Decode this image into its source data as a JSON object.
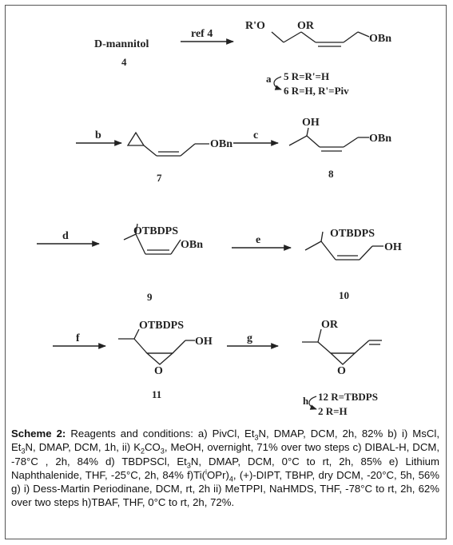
{
  "scheme": {
    "row1": {
      "start_label": "D-mannitol",
      "start_num": "4",
      "arrow_label": "ref 4",
      "sub_rprime_o": "R'O",
      "sub_or": "OR",
      "sub_obn": "OBn",
      "step_letter": "a",
      "cmpd5": "5 R=R'=H",
      "cmpd6": "6 R=H, R'=Piv"
    },
    "row2": {
      "arrow_b": "b",
      "obn7": "OBn",
      "num7": "7",
      "arrow_c": "c",
      "oh8": "OH",
      "obn8": "OBn",
      "num8": "8"
    },
    "row3": {
      "arrow_d": "d",
      "otbdps9": "OTBDPS",
      "obn9": "OBn",
      "num9": "9",
      "arrow_e": "e",
      "otbdps10": "OTBDPS",
      "oh10": "OH",
      "num10": "10"
    },
    "row4": {
      "arrow_f": "f",
      "otbdps11": "OTBDPS",
      "oh11": "OH",
      "o11": "O",
      "num11": "11",
      "arrow_g": "g",
      "or12": "OR",
      "o12": "O",
      "step_h": "h",
      "cmpd12": "12 R=TBDPS",
      "cmpd2": "2 R=H"
    }
  },
  "caption": {
    "title": "Scheme 2:",
    "p1": " Reagents and conditions: a) PivCl, Et",
    "s1": "3",
    "p2": "N, DMAP, DCM, 2h, 82% b) i) MsCl, Et",
    "s2": "3",
    "p3": "N, DMAP, DCM, 1h, ii) K",
    "s3": "2",
    "p4": "CO",
    "s4": "3",
    "p5": ", MeOH, overnight, 71% over two steps c) DIBAL-H, DCM, -78°C , 2h, 84% d) TBDPSCl, Et",
    "s5": "3",
    "p6": "N, DMAP, DCM, 0°C to rt, 2h, 85% e) Lithium Naphthalenide, THF, -25°C, 2h, 84%  f)Ti(",
    "sup1": "i",
    "p7": "OPr)",
    "s6": "4",
    "p8": ", (+)-DIPT, TBHP, dry DCM, -20°C, 5h, 56% g) i) Dess-Martin Periodinane, DCM, rt, 2h ii) MeTPPI, NaHMDS, THF, -78°C to rt, 2h, 62% over two steps h)TBAF, THF, 0°C to rt, 2h, 72%."
  }
}
